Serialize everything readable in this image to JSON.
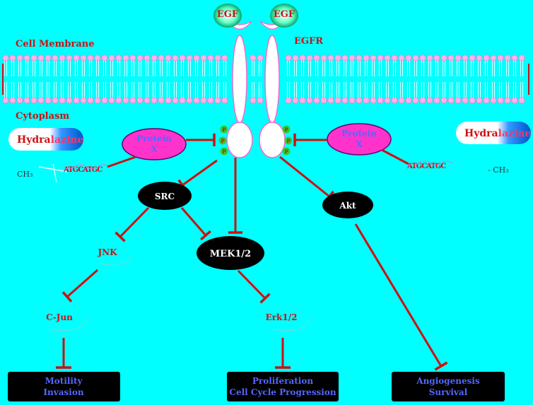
{
  "labels": {
    "egf_left": "EGF",
    "egf_right": "EGF",
    "egfr": "EGFR",
    "cell_membrane": "Cell Membrane",
    "cytoplasm": "Cytoplasm",
    "hydralazine_left_prefix": "Hydra",
    "hydralazine_left_suffix": "lazine",
    "hydralazine_right_prefix": "Hydra",
    "hydralazine_right_suffix": "lazine",
    "protein_x_left_line1": "Protein",
    "protein_x_left_line2": "X",
    "protein_x_right_line1": "Protein",
    "protein_x_right_line2": "X",
    "phospho": "P",
    "ch3_left": "CH₃",
    "ch3_right": "- CH₃",
    "dna_left": "ATGCATGC",
    "dna_right": "ATGCATGC",
    "src": "SRC",
    "akt": "Akt",
    "jnk": "JNK",
    "mek": "MEK1/2",
    "cjun": "C-Jun",
    "erk": "Erk1/2",
    "outcome_motility_line1": "Motility",
    "outcome_motility_line2": "Invasion",
    "outcome_proliferation_line1": "Proliferation",
    "outcome_proliferation_line2": "Cell Cycle Progression",
    "outcome_angiogenesis_line1": "Angiogenesis",
    "outcome_angiogenesis_line2": "Survival"
  },
  "colors": {
    "background": "#00ffff",
    "arrow": "#cc1111",
    "node_fill": "#000000",
    "protein_fill": "#ff33cc",
    "membrane_head": "#ffb3e6",
    "label_red": "#cc1111"
  }
}
